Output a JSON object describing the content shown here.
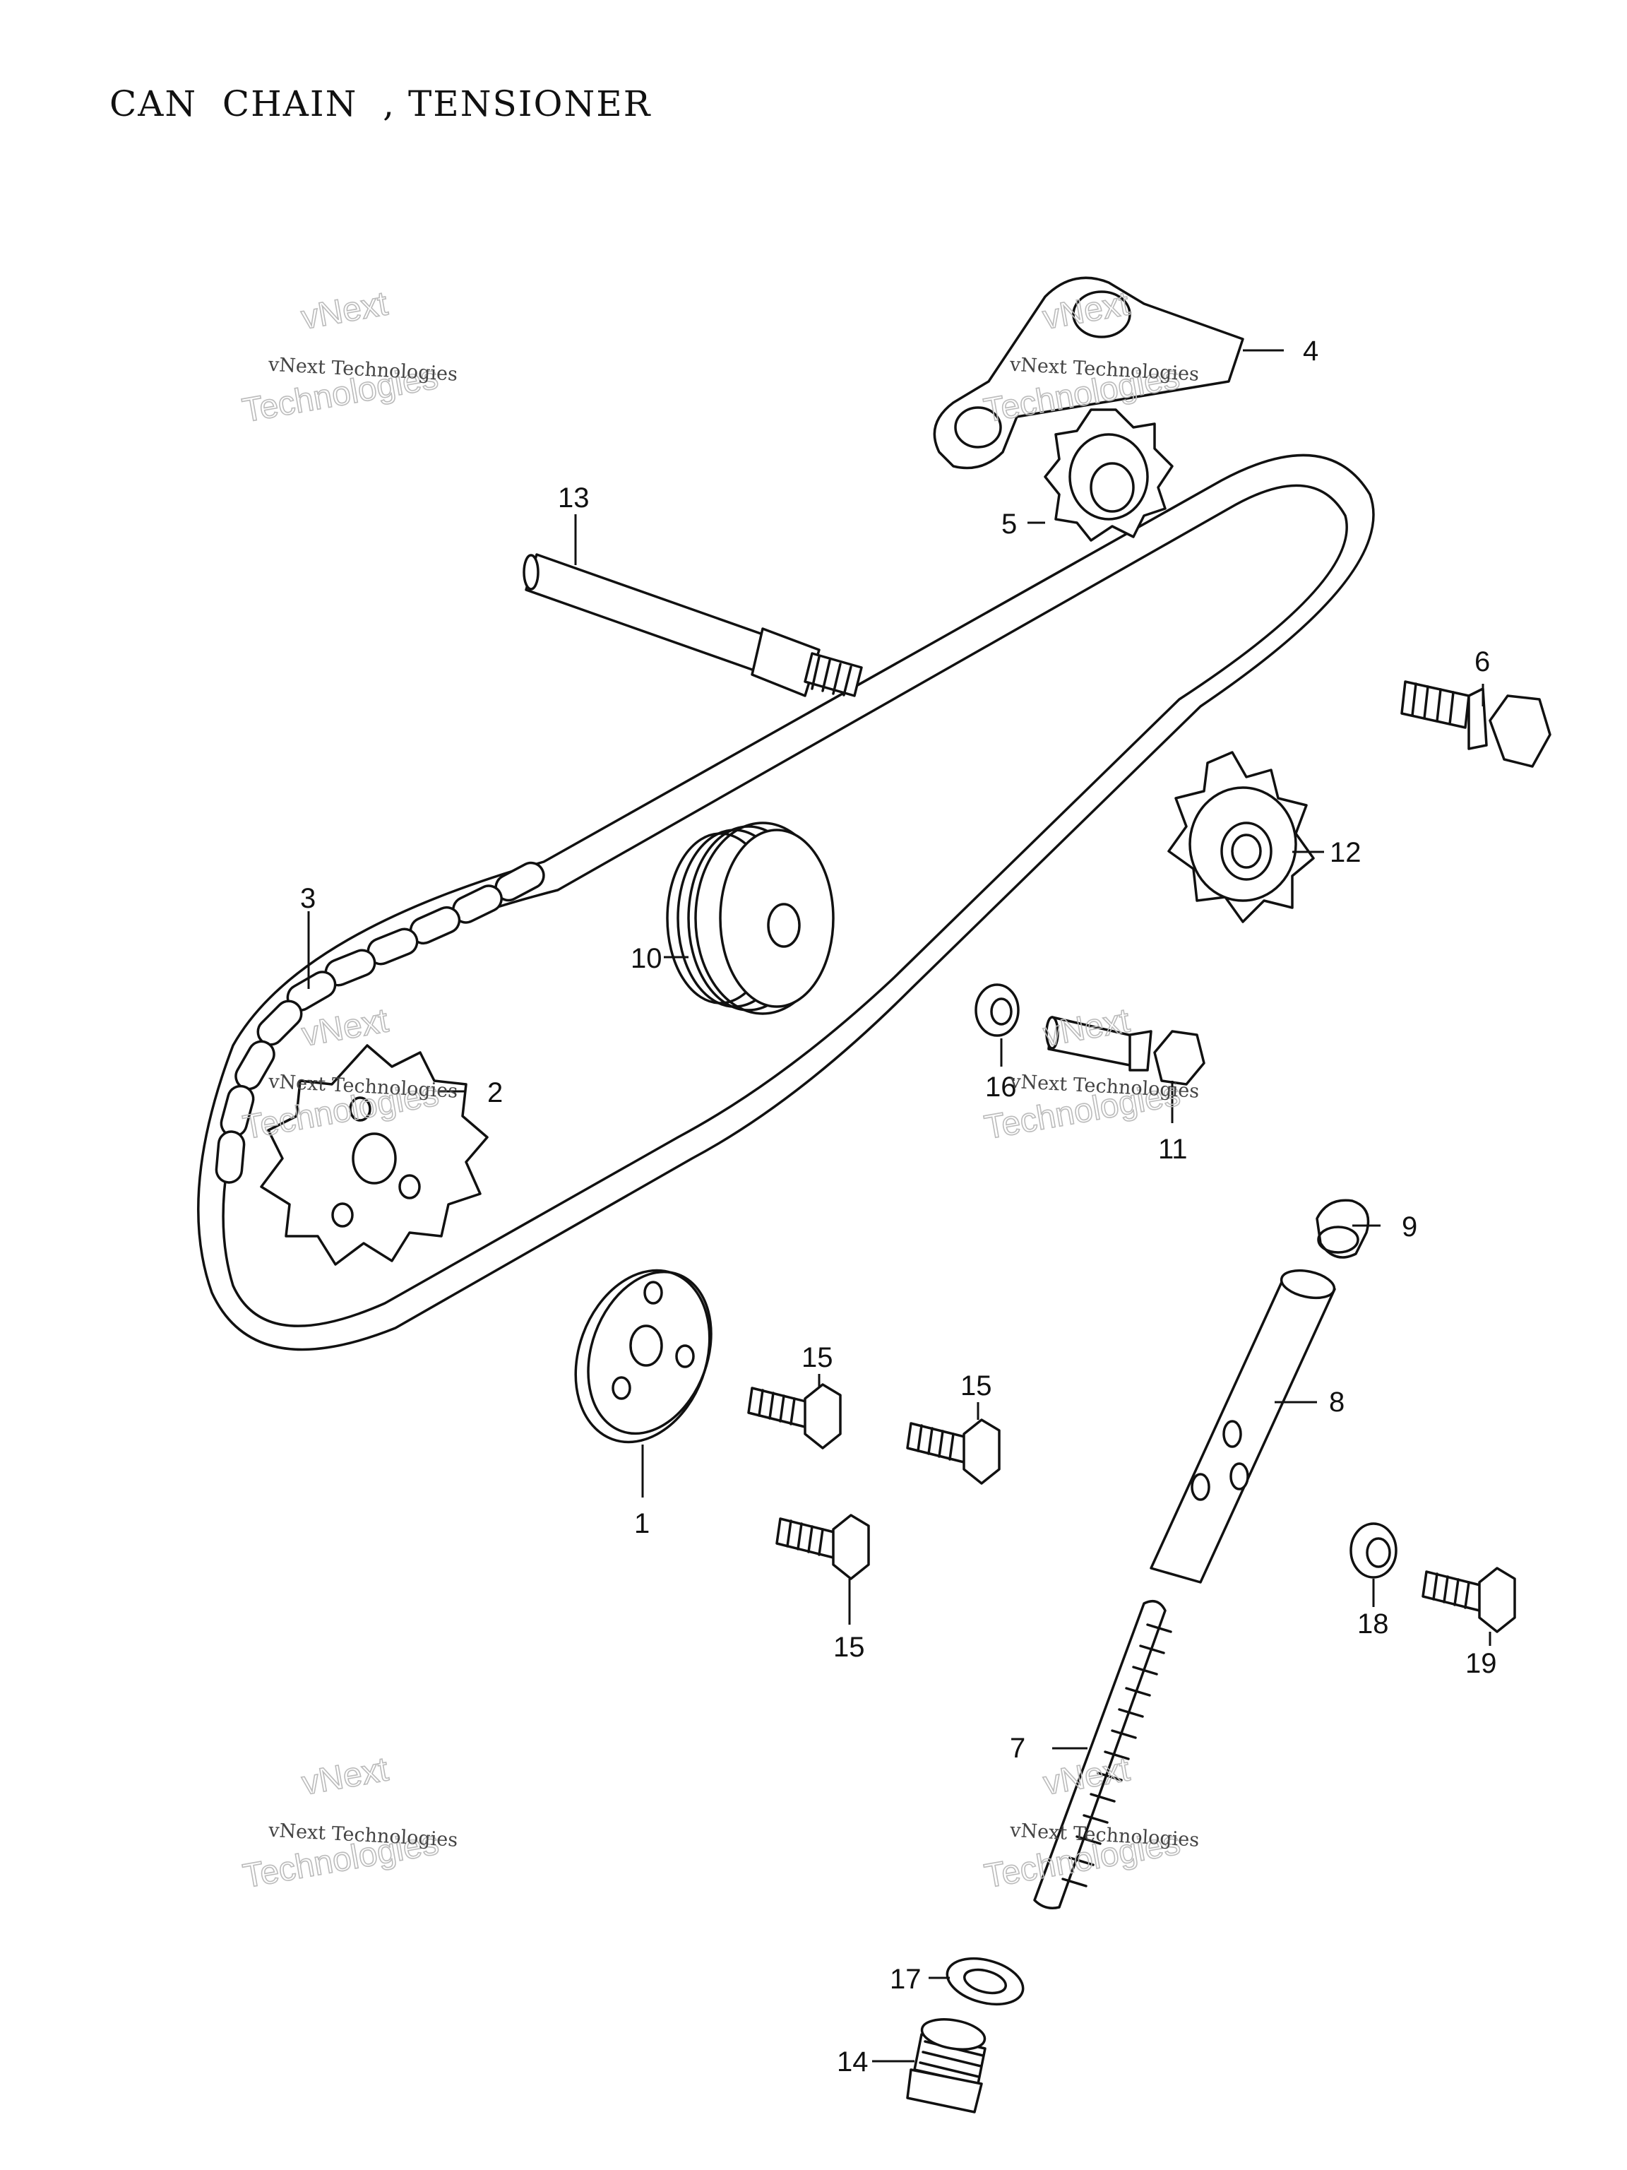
{
  "title": "CAN  CHAIN  , TENSIONER",
  "watermark": {
    "line1": "vNext Technologies",
    "line2": "vNext",
    "line3": "Technologies"
  },
  "callouts": [
    "1",
    "2",
    "3",
    "4",
    "5",
    "6",
    "7",
    "8",
    "9",
    "10",
    "11",
    "12",
    "13",
    "14",
    "15",
    "15",
    "15",
    "16",
    "17",
    "18",
    "19"
  ]
}
